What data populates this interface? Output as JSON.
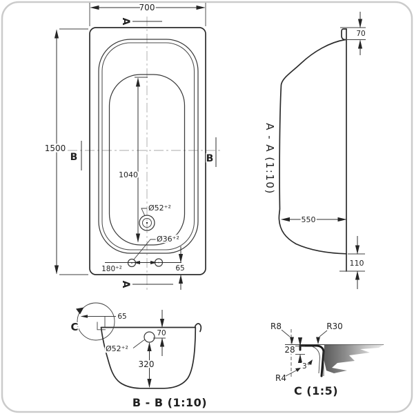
{
  "image": {
    "type": "technical-drawing",
    "subject": "bathtub-orthographic-views"
  },
  "colors": {
    "line": "#2b2b2b",
    "centerline": "#a9a9a9",
    "background": "#ffffff",
    "frame": "#cbcbcb",
    "shade_dark": "#474747",
    "shade_light": "#e8e8e8"
  },
  "plan": {
    "dim_width": "700",
    "dim_length": "1500",
    "dim_inner_length": "1040",
    "drain_dia": "Ø52⁺²",
    "overflow_dia": "Ø36⁺²",
    "dim_hole_spacing": "180⁺²",
    "dim_end_offset": "65",
    "section_a": "A",
    "section_b": "B"
  },
  "section_aa": {
    "caption": "A - A (1:10)",
    "dim_rim": "70",
    "dim_bottom": "550",
    "dim_base": "110"
  },
  "section_bb": {
    "caption": "B - B (1:10)",
    "detail_mark": "C",
    "dim_lip": "65",
    "dim_hole_drop": "70",
    "hole_dia": "Ø52⁺²",
    "dim_depth": "320"
  },
  "detail_c": {
    "caption": "C (1:5)",
    "radius_top": "R8",
    "radius_fillet": "R30",
    "dim_edge": "28",
    "angle_draft": "3°",
    "radius_bottom": "R4"
  }
}
